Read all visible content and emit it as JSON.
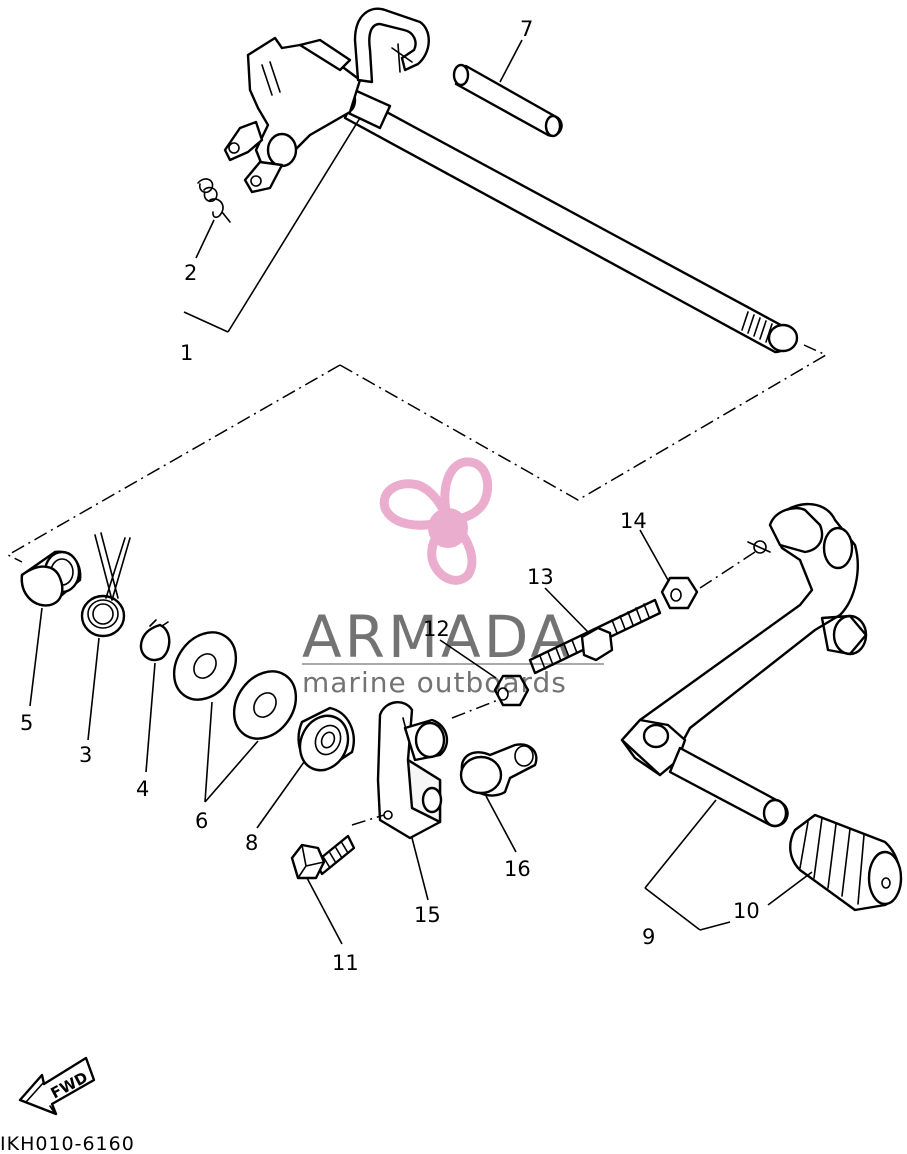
{
  "diagram": {
    "callouts": {
      "c1": "1",
      "c2": "2",
      "c3": "3",
      "c4": "4",
      "c5": "5",
      "c6": "6",
      "c7": "7",
      "c8": "8",
      "c9": "9",
      "c10": "10",
      "c11": "11",
      "c12": "12",
      "c13": "13",
      "c14": "14",
      "c15": "15",
      "c16": "16"
    },
    "fwd_label": "FWD",
    "drawing_code": "IKH010-6160"
  },
  "watermark": {
    "brand": "ARMADA",
    "tagline": "marine outboards",
    "logo_icon": "propeller-icon",
    "logo_color": "#e8a5c8"
  }
}
